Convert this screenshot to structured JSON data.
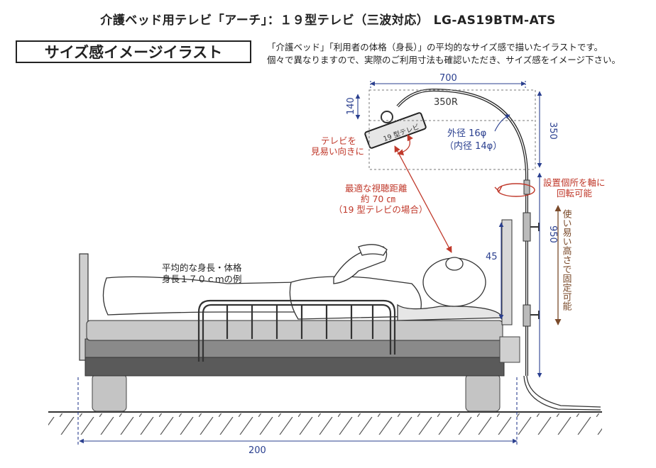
{
  "header": {
    "title": "介護ベッド用テレビ「アーチ」：１９型テレビ（三波対応） LG-AS19BTM-ATS",
    "image_label": "サイズ感イメージイラスト",
    "note_line1": "「介護ベッド」「利用者の体格（身長）」の平均的なサイズ感で描いたイラストです。",
    "note_line2": "個々で異なりますので、実際のご利用寸法も確認いただき、サイズ感をイメージ下さい。"
  },
  "dimensions": {
    "arm_width": "700",
    "radius": "350R",
    "tv_height": "140",
    "arc_height": "350",
    "pole_height": "950",
    "clamp_height": "45",
    "bed_length": "200"
  },
  "annotations": {
    "tv_screen": "19 型テレビ",
    "tv_direction_1": "テレビを",
    "tv_direction_2": "見易い向きに",
    "pipe_outer": "外径 16φ",
    "pipe_inner": "（内径 14φ）",
    "distance_1": "最適な視聴距離",
    "distance_2": "約 70 ㎝",
    "distance_3": "（19 型テレビの場合）",
    "rotate_1": "設置個所を軸に",
    "rotate_2": "回転可能",
    "height_adjust": "使い易い高さで固定可能",
    "person_1": "平均的な身長・体格",
    "person_2": "身長１７０ｃｍの例"
  },
  "colors": {
    "dimension": "#2a3f8f",
    "annotation_red": "#c0392b",
    "adjust_brown": "#7a4a2a",
    "mattress": "#c8c8c8",
    "bed_frame": "#8a8a8a",
    "bed_base": "#5a5a5a"
  }
}
